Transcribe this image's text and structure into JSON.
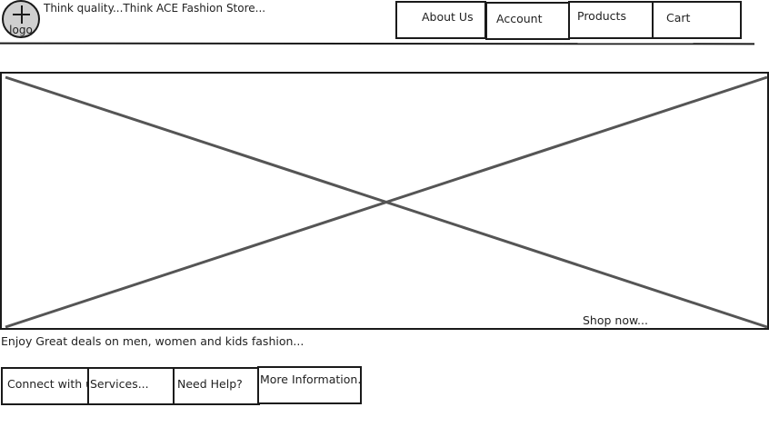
{
  "header": {
    "logo_label": "logo",
    "tagline": "Think quality...Think ACE Fashion Store...",
    "nav": [
      {
        "label": "About Us"
      },
      {
        "label": "Account"
      },
      {
        "label": "Products"
      },
      {
        "label": "Cart"
      }
    ]
  },
  "hero": {
    "image_placeholder": "image-placeholder-x",
    "shop_now": "Shop now..."
  },
  "caption": "Enjoy Great deals on men, women and kids fashion...",
  "footer": {
    "buttons": [
      {
        "label": "Connect with us"
      },
      {
        "label": "Services..."
      },
      {
        "label": "Need Help?"
      },
      {
        "label": "More Information..."
      }
    ]
  },
  "colors": {
    "stroke": "#1a1a1a",
    "placeholder_line": "#555555",
    "logo_fill": "#cfcfcf"
  }
}
